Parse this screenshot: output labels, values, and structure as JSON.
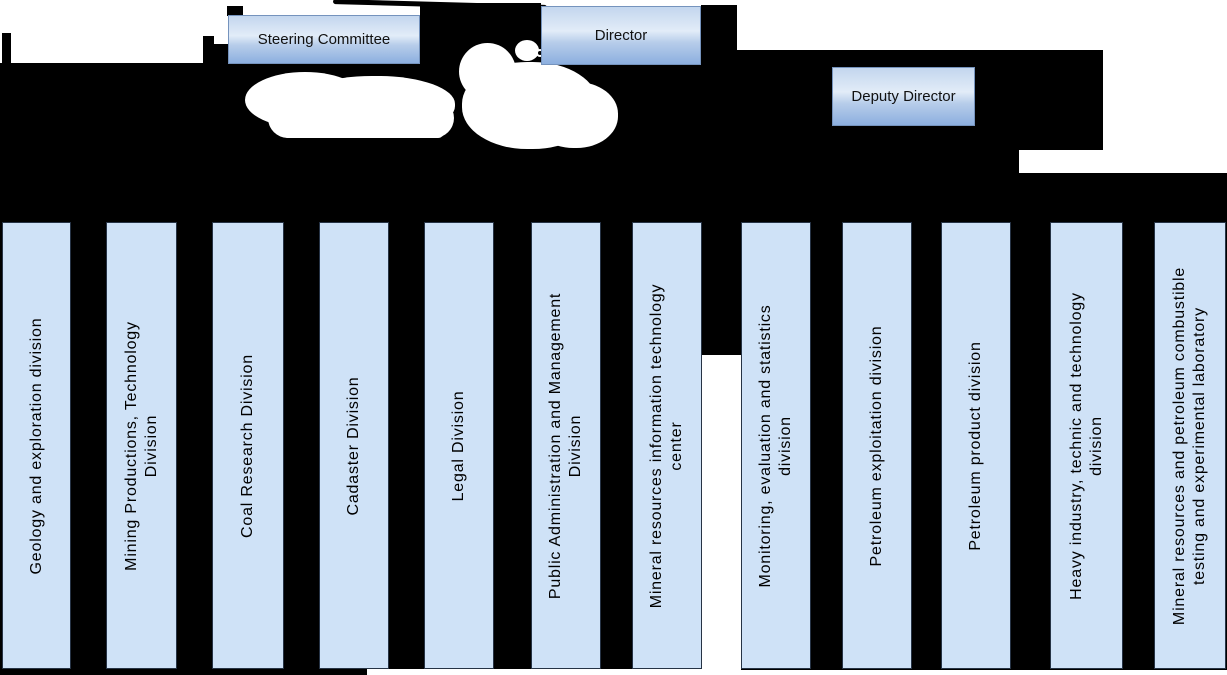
{
  "chart": {
    "type": "org-chart",
    "top_nodes": [
      {
        "id": "steering-committee",
        "label": "Steering Committee"
      },
      {
        "id": "director",
        "label": "Director"
      },
      {
        "id": "deputy-director",
        "label": "Deputy  Director"
      }
    ],
    "divisions": [
      {
        "label": "Geology  and exploration division"
      },
      {
        "label": "Mining Productions, Technology\nDivision"
      },
      {
        "label": "Coal Research Division"
      },
      {
        "label": "Cadaster Division"
      },
      {
        "label": "Legal Division"
      },
      {
        "label": "Public Administration and Management\nDivision"
      },
      {
        "label": "Mineral resources information technology\ncenter"
      },
      {
        "label": "Monitoring, evaluation and statistics\ndivision"
      },
      {
        "label": "Petroleum exploitation division"
      },
      {
        "label": "Petroleum product division"
      },
      {
        "label": "Heavy  industry, technic and technology\ndivision"
      },
      {
        "label": "Mineral resources and petroleum combustible\ntesting and  experimental laboratory"
      }
    ],
    "colors": {
      "background": "#ffffff",
      "scan_artifact": "#000000",
      "division_fill": "#cfe2f7",
      "division_border": "#263345",
      "node_gradient_top": "#c3d6ee",
      "node_gradient_light": "#e2ecf8",
      "node_gradient_bottom": "#8cafdf",
      "node_border": "#7593bd",
      "text": "#000000"
    }
  }
}
